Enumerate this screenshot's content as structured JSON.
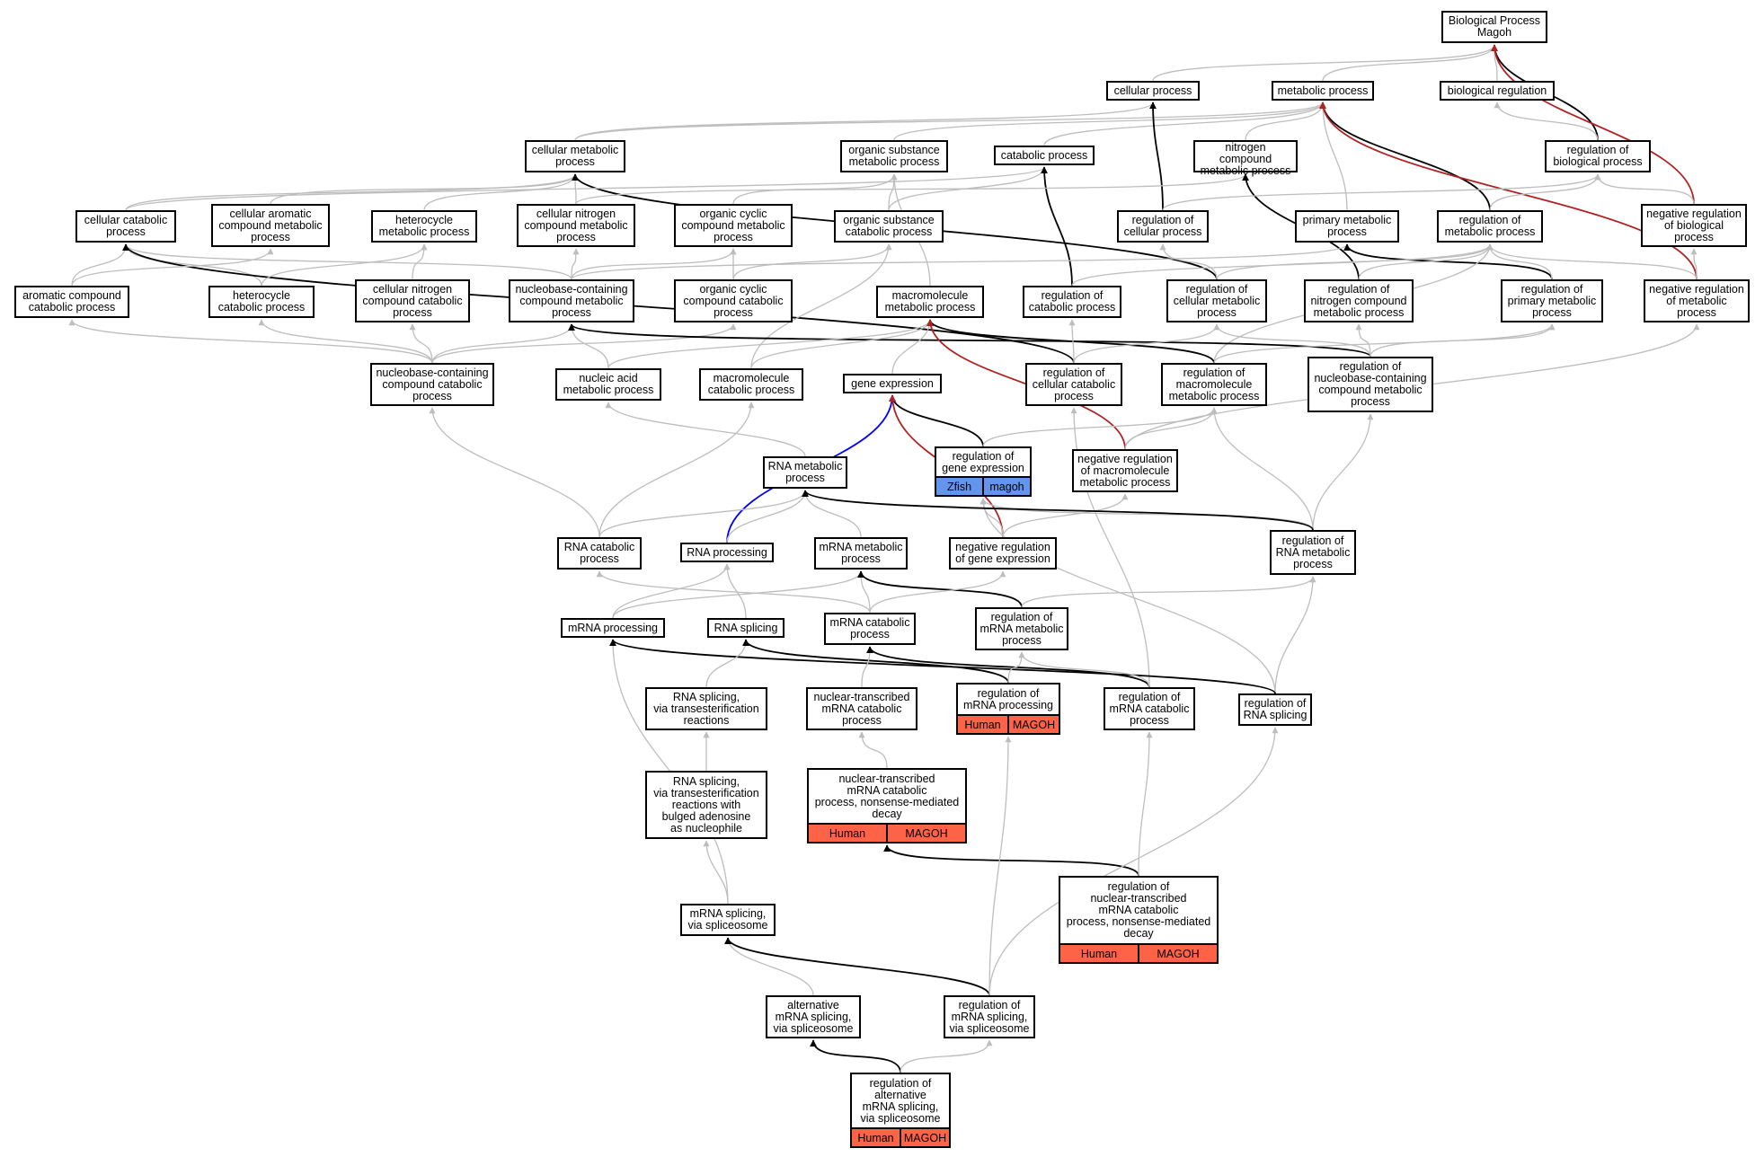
{
  "colors": {
    "grey_edge": "#bdbdbd",
    "black_edge": "#000000",
    "red_edge": "#b22222",
    "blue_edge": "#0000ff",
    "human_fill": "#ff6347",
    "zfish_fill": "#6495ed"
  },
  "nodes": [
    {
      "id": "bp",
      "label": "Biological Process\nMagoh"
    },
    {
      "id": "cp",
      "label": "cellular process"
    },
    {
      "id": "mp",
      "label": "metabolic process"
    },
    {
      "id": "br",
      "label": "biological regulation"
    },
    {
      "id": "cmp",
      "label": "cellular metabolic\nprocess"
    },
    {
      "id": "osmp",
      "label": "organic substance\nmetabolic process"
    },
    {
      "id": "catp",
      "label": "catabolic process"
    },
    {
      "id": "ncmp",
      "label": "nitrogen compound\nmetabolic process"
    },
    {
      "id": "rbp",
      "label": "regulation of\nbiological process"
    },
    {
      "id": "ccp",
      "label": "cellular catabolic\nprocess"
    },
    {
      "id": "cacmp",
      "label": "cellular aromatic\ncompound metabolic\nprocess"
    },
    {
      "id": "hmp",
      "label": "heterocycle\nmetabolic process"
    },
    {
      "id": "cncmp",
      "label": "cellular nitrogen\ncompound metabolic\nprocess"
    },
    {
      "id": "occmp",
      "label": "organic cyclic\ncompound metabolic\nprocess"
    },
    {
      "id": "oscp",
      "label": "organic substance\ncatabolic process"
    },
    {
      "id": "rcellp",
      "label": "regulation of\ncellular process"
    },
    {
      "id": "pmp",
      "label": "primary metabolic\nprocess"
    },
    {
      "id": "rmp",
      "label": "regulation of\nmetabolic process"
    },
    {
      "id": "nrbp",
      "label": "negative regulation\nof biological\nprocess"
    },
    {
      "id": "accp",
      "label": "aromatic compound\ncatabolic process"
    },
    {
      "id": "hcp",
      "label": "heterocycle\ncatabolic process"
    },
    {
      "id": "cnccp",
      "label": "cellular nitrogen\ncompound catabolic\nprocess"
    },
    {
      "id": "nbccmp",
      "label": "nucleobase-containing\ncompound metabolic\nprocess"
    },
    {
      "id": "occcp",
      "label": "organic cyclic\ncompound catabolic\nprocess"
    },
    {
      "id": "mmp",
      "label": "macromolecule\nmetabolic process"
    },
    {
      "id": "rcatp",
      "label": "regulation of\ncatabolic process"
    },
    {
      "id": "rcmp",
      "label": "regulation of\ncellular metabolic\nprocess"
    },
    {
      "id": "rncmp",
      "label": "regulation of\nnitrogen compound\nmetabolic process"
    },
    {
      "id": "rpmp",
      "label": "regulation of\nprimary metabolic\nprocess"
    },
    {
      "id": "nrmp",
      "label": "negative regulation\nof metabolic\nprocess"
    },
    {
      "id": "nbcccp",
      "label": "nucleobase-containing\ncompound catabolic\nprocess"
    },
    {
      "id": "namp",
      "label": "nucleic acid\nmetabolic process"
    },
    {
      "id": "mcp",
      "label": "macromolecule\ncatabolic process"
    },
    {
      "id": "ge",
      "label": "gene expression"
    },
    {
      "id": "rccp",
      "label": "regulation of\ncellular catabolic\nprocess"
    },
    {
      "id": "rmmp",
      "label": "regulation of\nmacromolecule\nmetabolic process"
    },
    {
      "id": "rnbcc",
      "label": "regulation of\nnucleobase-containing\ncompound metabolic\nprocess"
    },
    {
      "id": "rge",
      "label": "regulation of\ngene expression",
      "ann": [
        "Zfish",
        "magoh"
      ],
      "fill": "zfish_fill"
    },
    {
      "id": "nrmmp",
      "label": "negative regulation\nof macromolecule\nmetabolic process"
    },
    {
      "id": "rnamp",
      "label": "RNA metabolic\nprocess"
    },
    {
      "id": "rnacp",
      "label": "RNA catabolic\nprocess"
    },
    {
      "id": "rnap",
      "label": "RNA processing"
    },
    {
      "id": "mrnamp",
      "label": "mRNA metabolic\nprocess"
    },
    {
      "id": "nrge",
      "label": "negative regulation\nof gene expression"
    },
    {
      "id": "rrnamp",
      "label": "regulation of\nRNA metabolic\nprocess"
    },
    {
      "id": "mrnap",
      "label": "mRNA processing"
    },
    {
      "id": "rnas",
      "label": "RNA splicing"
    },
    {
      "id": "mrnacp",
      "label": "mRNA catabolic\nprocess"
    },
    {
      "id": "rmrnamp",
      "label": "regulation of\nmRNA metabolic\nprocess"
    },
    {
      "id": "rnastr",
      "label": "RNA splicing,\nvia transesterification\nreactions"
    },
    {
      "id": "ntmcp",
      "label": "nuclear-transcribed\nmRNA catabolic\nprocess"
    },
    {
      "id": "rmrnap",
      "label": "regulation of\nmRNA processing",
      "ann": [
        "Human",
        "MAGOH"
      ],
      "fill": "human_fill"
    },
    {
      "id": "rmrnacp",
      "label": "regulation of\nmRNA catabolic\nprocess"
    },
    {
      "id": "rrnas",
      "label": "regulation of\nRNA splicing"
    },
    {
      "id": "rnastrb",
      "label": "RNA splicing,\nvia transesterification\nreactions with\nbulged adenosine\nas nucleophile"
    },
    {
      "id": "nmd",
      "label": "nuclear-transcribed\nmRNA catabolic\nprocess, nonsense-mediated\ndecay",
      "ann": [
        "Human",
        "MAGOH"
      ],
      "fill": "human_fill"
    },
    {
      "id": "rnmd",
      "label": "regulation of\nnuclear-transcribed\nmRNA catabolic\nprocess, nonsense-mediated\ndecay",
      "ann": [
        "Human",
        "MAGOH"
      ],
      "fill": "human_fill"
    },
    {
      "id": "mrnass",
      "label": "mRNA splicing,\nvia spliceosome"
    },
    {
      "id": "amrnas",
      "label": "alternative\nmRNA splicing,\nvia spliceosome"
    },
    {
      "id": "rmrnass",
      "label": "regulation of\nmRNA splicing,\nvia spliceosome"
    },
    {
      "id": "ramrnas",
      "label": "regulation of\nalternative\nmRNA splicing,\nvia spliceosome",
      "ann": [
        "Human",
        "MAGOH"
      ],
      "fill": "human_fill"
    }
  ],
  "edges": [
    [
      "cp",
      "bp",
      "g"
    ],
    [
      "mp",
      "bp",
      "g"
    ],
    [
      "br",
      "bp",
      "g"
    ],
    [
      "rbp",
      "bp",
      "k"
    ],
    [
      "nrbp",
      "bp",
      "r"
    ],
    [
      "cmp",
      "cp",
      "g"
    ],
    [
      "cmp",
      "mp",
      "g"
    ],
    [
      "osmp",
      "mp",
      "g"
    ],
    [
      "catp",
      "mp",
      "g"
    ],
    [
      "ncmp",
      "mp",
      "g"
    ],
    [
      "pmp",
      "mp",
      "g"
    ],
    [
      "rmp",
      "mp",
      "k"
    ],
    [
      "nrmp",
      "mp",
      "r"
    ],
    [
      "rbp",
      "br",
      "g"
    ],
    [
      "rcellp",
      "cp",
      "k"
    ],
    [
      "ccp",
      "cmp",
      "g"
    ],
    [
      "cacmp",
      "cmp",
      "g"
    ],
    [
      "hmp",
      "cmp",
      "g"
    ],
    [
      "cncmp",
      "cmp",
      "g"
    ],
    [
      "rcmp",
      "cmp",
      "k"
    ],
    [
      "occmp",
      "osmp",
      "g"
    ],
    [
      "oscp",
      "osmp",
      "g"
    ],
    [
      "mmp",
      "osmp",
      "g"
    ],
    [
      "ccp",
      "catp",
      "g"
    ],
    [
      "oscp",
      "catp",
      "g"
    ],
    [
      "rcatp",
      "catp",
      "k"
    ],
    [
      "cncmp",
      "ncmp",
      "g"
    ],
    [
      "rncmp",
      "ncmp",
      "k"
    ],
    [
      "rmp",
      "rbp",
      "g"
    ],
    [
      "rcellp",
      "rbp",
      "g"
    ],
    [
      "nrbp",
      "rbp",
      "g"
    ],
    [
      "nrmp",
      "nrbp",
      "g"
    ],
    [
      "accp",
      "ccp",
      "g"
    ],
    [
      "hcp",
      "ccp",
      "g"
    ],
    [
      "nbccmp",
      "ccp",
      "g"
    ],
    [
      "rccp",
      "ccp",
      "k"
    ],
    [
      "accp",
      "cacmp",
      "g"
    ],
    [
      "hcp",
      "hmp",
      "g"
    ],
    [
      "cnccp",
      "hmp",
      "g"
    ],
    [
      "nbccmp",
      "cncmp",
      "g"
    ],
    [
      "nbccmp",
      "occmp",
      "g"
    ],
    [
      "occcp",
      "occmp",
      "g"
    ],
    [
      "occcp",
      "oscp",
      "g"
    ],
    [
      "mcp",
      "oscp",
      "g"
    ],
    [
      "rcmp",
      "rcellp",
      "g"
    ],
    [
      "nbccmp",
      "pmp",
      "g"
    ],
    [
      "rpmp",
      "pmp",
      "k"
    ],
    [
      "rcatp",
      "rmp",
      "g"
    ],
    [
      "rcmp",
      "rmp",
      "g"
    ],
    [
      "rncmp",
      "rmp",
      "g"
    ],
    [
      "rpmp",
      "rmp",
      "g"
    ],
    [
      "nrmp",
      "rmp",
      "g"
    ],
    [
      "rmmp",
      "rmp",
      "g"
    ],
    [
      "nbcccp",
      "accp",
      "g"
    ],
    [
      "nbcccp",
      "hcp",
      "g"
    ],
    [
      "nbcccp",
      "cnccp",
      "g"
    ],
    [
      "nbcccp",
      "nbccmp",
      "g"
    ],
    [
      "nbcccp",
      "occcp",
      "g"
    ],
    [
      "namp",
      "nbccmp",
      "g"
    ],
    [
      "rnbcc",
      "nbccmp",
      "k"
    ],
    [
      "namp",
      "mmp",
      "g"
    ],
    [
      "mcp",
      "mmp",
      "g"
    ],
    [
      "ge",
      "mmp",
      "g"
    ],
    [
      "rmmp",
      "mmp",
      "k"
    ],
    [
      "nrmmp",
      "mmp",
      "r"
    ],
    [
      "rccp",
      "rcatp",
      "g"
    ],
    [
      "rccp",
      "rcmp",
      "g"
    ],
    [
      "rnbcc",
      "rcmp",
      "g"
    ],
    [
      "rnbcc",
      "rncmp",
      "g"
    ],
    [
      "rnbcc",
      "rpmp",
      "g"
    ],
    [
      "rmmp",
      "rpmp",
      "g"
    ],
    [
      "nrmmp",
      "nrmp",
      "g"
    ],
    [
      "rnacp",
      "nbcccp",
      "g"
    ],
    [
      "rnamp",
      "namp",
      "g"
    ],
    [
      "rnacp",
      "mcp",
      "g"
    ],
    [
      "rge",
      "ge",
      "k"
    ],
    [
      "rnap",
      "ge",
      "b"
    ],
    [
      "nrge",
      "ge",
      "r"
    ],
    [
      "rmrnacp",
      "rccp",
      "g"
    ],
    [
      "rrnamp",
      "rmmp",
      "g"
    ],
    [
      "nrmmp",
      "rmmp",
      "g"
    ],
    [
      "rrnamp",
      "rnbcc",
      "g"
    ],
    [
      "rge",
      "rmmp",
      "g"
    ],
    [
      "nrge",
      "rge",
      "g"
    ],
    [
      "rrnamp",
      "rge",
      "g"
    ],
    [
      "rrnas",
      "rge",
      "g"
    ],
    [
      "nrge",
      "nrmmp",
      "g"
    ],
    [
      "rnacp",
      "rnamp",
      "g"
    ],
    [
      "rnap",
      "rnamp",
      "g"
    ],
    [
      "mrnamp",
      "rnamp",
      "g"
    ],
    [
      "rrnamp",
      "rnamp",
      "k"
    ],
    [
      "mrnacp",
      "rnacp",
      "g"
    ],
    [
      "mrnap",
      "rnap",
      "g"
    ],
    [
      "rnas",
      "rnap",
      "g"
    ],
    [
      "mrnap",
      "mrnamp",
      "g"
    ],
    [
      "mrnacp",
      "mrnamp",
      "g"
    ],
    [
      "rmrnamp",
      "mrnamp",
      "k"
    ],
    [
      "mrnacp",
      "nrge",
      "g"
    ],
    [
      "rmrnamp",
      "rrnamp",
      "g"
    ],
    [
      "rrnas",
      "rrnamp",
      "g"
    ],
    [
      "mrnass",
      "mrnap",
      "g"
    ],
    [
      "rrnas",
      "mrnap",
      "k"
    ],
    [
      "rnastr",
      "rnas",
      "g"
    ],
    [
      "rmrnap",
      "rnas",
      "k"
    ],
    [
      "ntmcp",
      "mrnacp",
      "g"
    ],
    [
      "rmrnacp",
      "mrnacp",
      "k"
    ],
    [
      "rmrnap",
      "rmrnamp",
      "g"
    ],
    [
      "rmrnacp",
      "rmrnamp",
      "g"
    ],
    [
      "nmd",
      "ntmcp",
      "g"
    ],
    [
      "rnastrb",
      "rnastr",
      "g"
    ],
    [
      "mrnass",
      "rnastrb",
      "g"
    ],
    [
      "rnmd",
      "nmd",
      "k"
    ],
    [
      "rnmd",
      "rmrnacp",
      "g"
    ],
    [
      "amrnas",
      "mrnass",
      "g"
    ],
    [
      "rmrnass",
      "mrnass",
      "k"
    ],
    [
      "rmrnass",
      "rmrnap",
      "g"
    ],
    [
      "rmrnass",
      "rrnas",
      "g"
    ],
    [
      "ramrnas",
      "amrnas",
      "k"
    ],
    [
      "ramrnas",
      "rmrnass",
      "g"
    ]
  ]
}
